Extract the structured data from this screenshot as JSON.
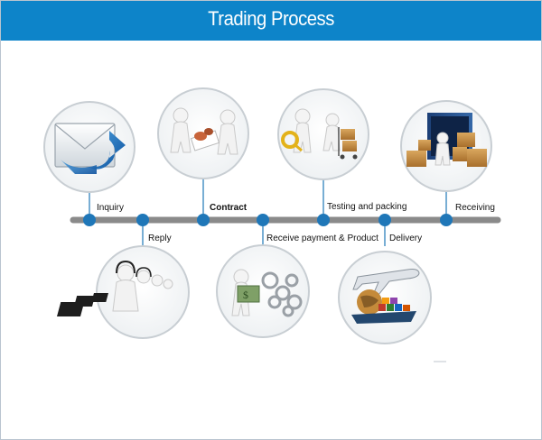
{
  "header": {
    "title": "Trading Process"
  },
  "steps": {
    "inquiry": "Inquiry",
    "reply": "Reply",
    "contract": "Contract",
    "receive_payment": "Receive payment & Product",
    "testing": "Testing and packing",
    "delivery": "Delivery",
    "receiving": "Receiving"
  },
  "colors": {
    "header": "#0d84c9",
    "timeline": "#8a8a8a",
    "node": "#1f77b8"
  }
}
